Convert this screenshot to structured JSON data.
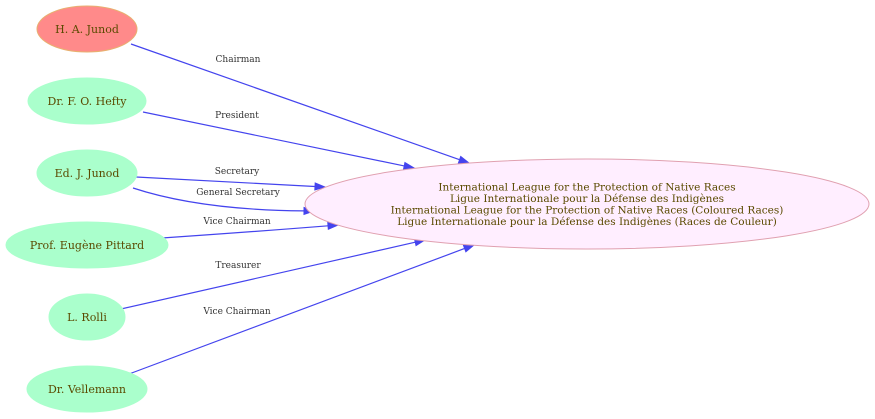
{
  "colors": {
    "highlight_fill": "#ff8a8a",
    "highlight_stroke": "#e8b070",
    "person_fill": "#aaffcc",
    "org_fill": "#ffeeff",
    "org_stroke": "#e0a0b0",
    "edge": "#4444ee",
    "label_text": "#5a4a00"
  },
  "organization": {
    "lines": [
      "International League for the Protection of Native Races",
      "Ligue Internationale pour la Défense des Indigènes",
      "International League for the Protection of Native Races (Coloured Races)",
      "Ligue Internationale pour la Défense des Indigènes (Races de Couleur)"
    ]
  },
  "people": [
    {
      "name": "H. A. Junod",
      "highlight": true
    },
    {
      "name": "Dr. F. O. Hefty",
      "highlight": false
    },
    {
      "name": "Ed. J. Junod",
      "highlight": false
    },
    {
      "name": "Prof. Eugène Pittard",
      "highlight": false
    },
    {
      "name": "L. Rolli",
      "highlight": false
    },
    {
      "name": "Dr. Vellemann",
      "highlight": false
    }
  ],
  "edges": [
    {
      "from": 0,
      "label": "Chairman"
    },
    {
      "from": 1,
      "label": "President"
    },
    {
      "from": 2,
      "label": "Secretary"
    },
    {
      "from": 2,
      "label": "General Secretary"
    },
    {
      "from": 3,
      "label": "Vice Chairman"
    },
    {
      "from": 4,
      "label": "Treasurer"
    },
    {
      "from": 5,
      "label": "Vice Chairman"
    }
  ]
}
